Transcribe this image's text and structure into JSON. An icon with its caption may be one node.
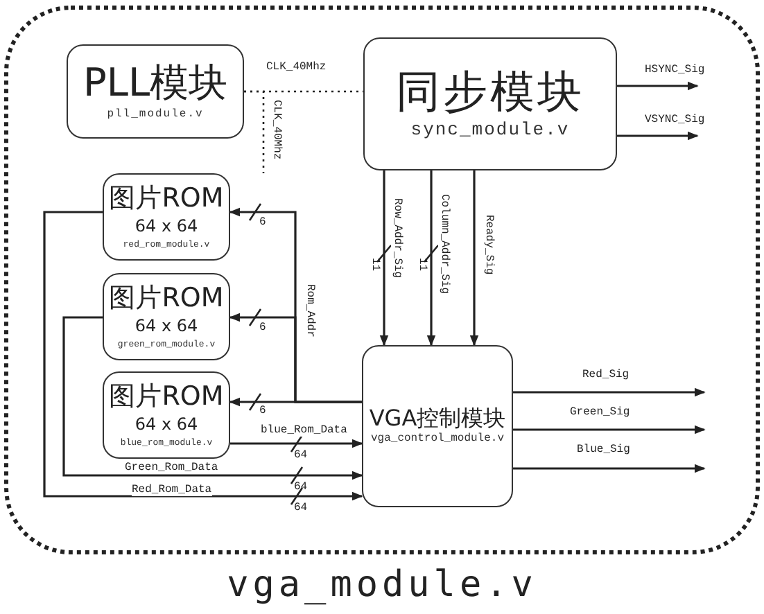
{
  "diagram": {
    "nodes": [
      {
        "text": [
          "vga_module.v"
        ]
      },
      {
        "text": [
          "PLL模块",
          "pll_module.v"
        ],
        "in": 0
      },
      {
        "text": [
          "同步模块",
          "sync_module.v"
        ],
        "in": 0
      },
      {
        "text": [
          "图片ROM",
          "64 x 64",
          "red_rom_module.v"
        ],
        "in": 0
      },
      {
        "text": [
          "图片ROM",
          "64 x 64",
          "green_rom_module.v"
        ],
        "in": 0
      },
      {
        "text": [
          "图片ROM",
          "64 x 64",
          "blue_rom_module.v"
        ],
        "in": 0
      },
      {
        "text": [
          "VGA控制模块",
          "vga_control_module.v"
        ],
        "in": 0
      }
    ],
    "edges": [
      {
        "from": 1,
        "to": 2,
        "arrow": "none",
        "label": "CLK_40Mhz",
        "style": "dashed"
      },
      {
        "from": 1,
        "to": null,
        "arrow": "none",
        "label": "CLK_40Mhz",
        "style": "dashed"
      },
      {
        "from": 2,
        "to": null,
        "arrow": "to",
        "label": "HSYNC_Sig"
      },
      {
        "from": 2,
        "to": null,
        "arrow": "to",
        "label": "VSYNC_Sig"
      },
      {
        "from": 2,
        "to": 6,
        "arrow": "to",
        "label": "Row_Addr_Sig"
      },
      {
        "from": 2,
        "to": 6,
        "arrow": "to",
        "label": "Column_Addr_Sig"
      },
      {
        "from": 2,
        "to": 6,
        "arrow": "to",
        "label": "Ready_Sig"
      },
      {
        "from": 6,
        "to": 3,
        "arrow": "to"
      },
      {
        "from": 6,
        "to": 4,
        "arrow": "to",
        "label": "Rom_Addr"
      },
      {
        "from": 6,
        "to": 5,
        "arrow": "to"
      },
      {
        "from": 5,
        "to": 6,
        "arrow": "to",
        "label": "blue_Rom_Data"
      },
      {
        "from": 4,
        "to": 6,
        "arrow": "to",
        "label": "Green_Rom_Data"
      },
      {
        "from": 3,
        "to": 6,
        "arrow": "to",
        "label": "Red_Rom_Data"
      },
      {
        "from": 6,
        "to": null,
        "arrow": "to",
        "label": "Red_Sig"
      },
      {
        "from": 6,
        "to": null,
        "arrow": "to",
        "label": "Green_Sig"
      },
      {
        "from": 6,
        "to": null,
        "arrow": "to",
        "label": "Blue_Sig"
      }
    ],
    "labels": [
      "6",
      "11",
      "11",
      "6",
      "6",
      "64",
      "64",
      "64"
    ]
  }
}
